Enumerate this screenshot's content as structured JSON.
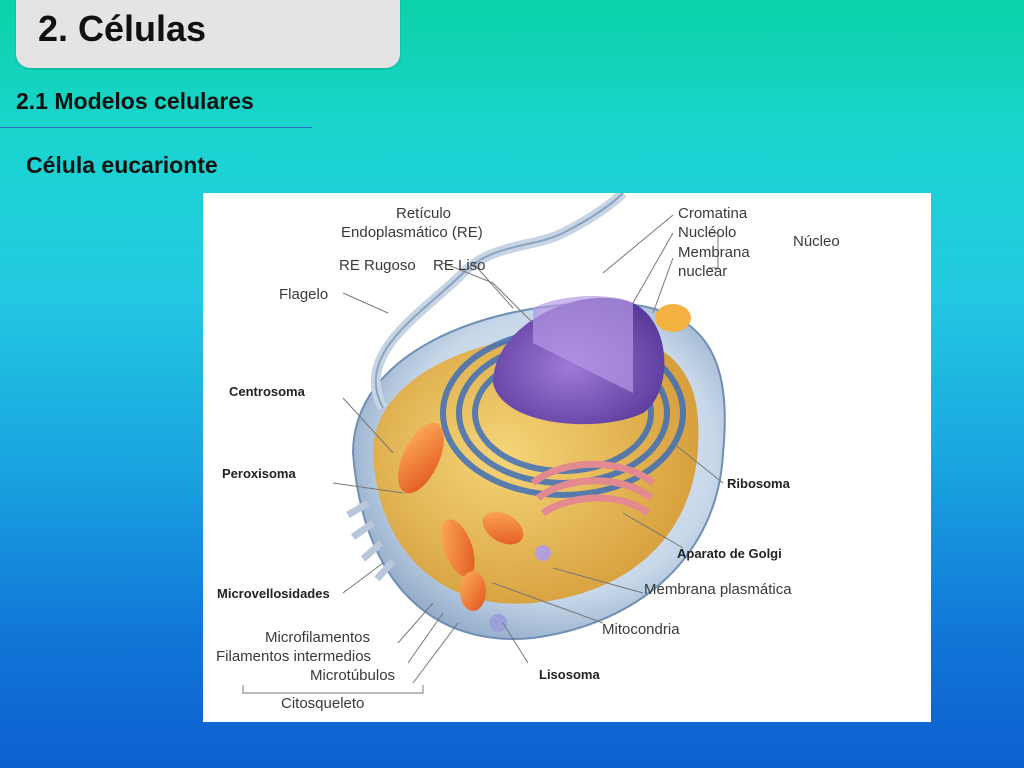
{
  "slide": {
    "title": "2. Células",
    "subtitle": "2.1 Modelos celulares",
    "section": "Célula eucarionte"
  },
  "diagram": {
    "labels": {
      "reticulo": "Retículo",
      "endoplasmatico": "Endoplasmático (RE)",
      "re_rugoso": "RE Rugoso",
      "re_liso": "RE Liso",
      "flagelo": "Flagelo",
      "cromatina": "Cromatina",
      "nucleolo": "Nucléolo",
      "membrana": "Membrana",
      "nuclear": "nuclear",
      "nucleo": "Núcleo",
      "centrosoma": "Centrosoma",
      "peroxisoma": "Peroxisoma",
      "ribosoma": "Ribosoma",
      "aparato_golgi": "Aparato de Golgi",
      "microvellosidades": "Microvellosidades",
      "membrana_plasmatica": "Membrana plasmática",
      "microfilamentos": "Microfilamentos",
      "filamentos_intermedios": "Filamentos intermedios",
      "microtubulos": "Microtúbulos",
      "mitocondria": "Mitocondria",
      "lisosoma": "Lisosoma",
      "citosqueleto": "Citosqueleto"
    }
  }
}
